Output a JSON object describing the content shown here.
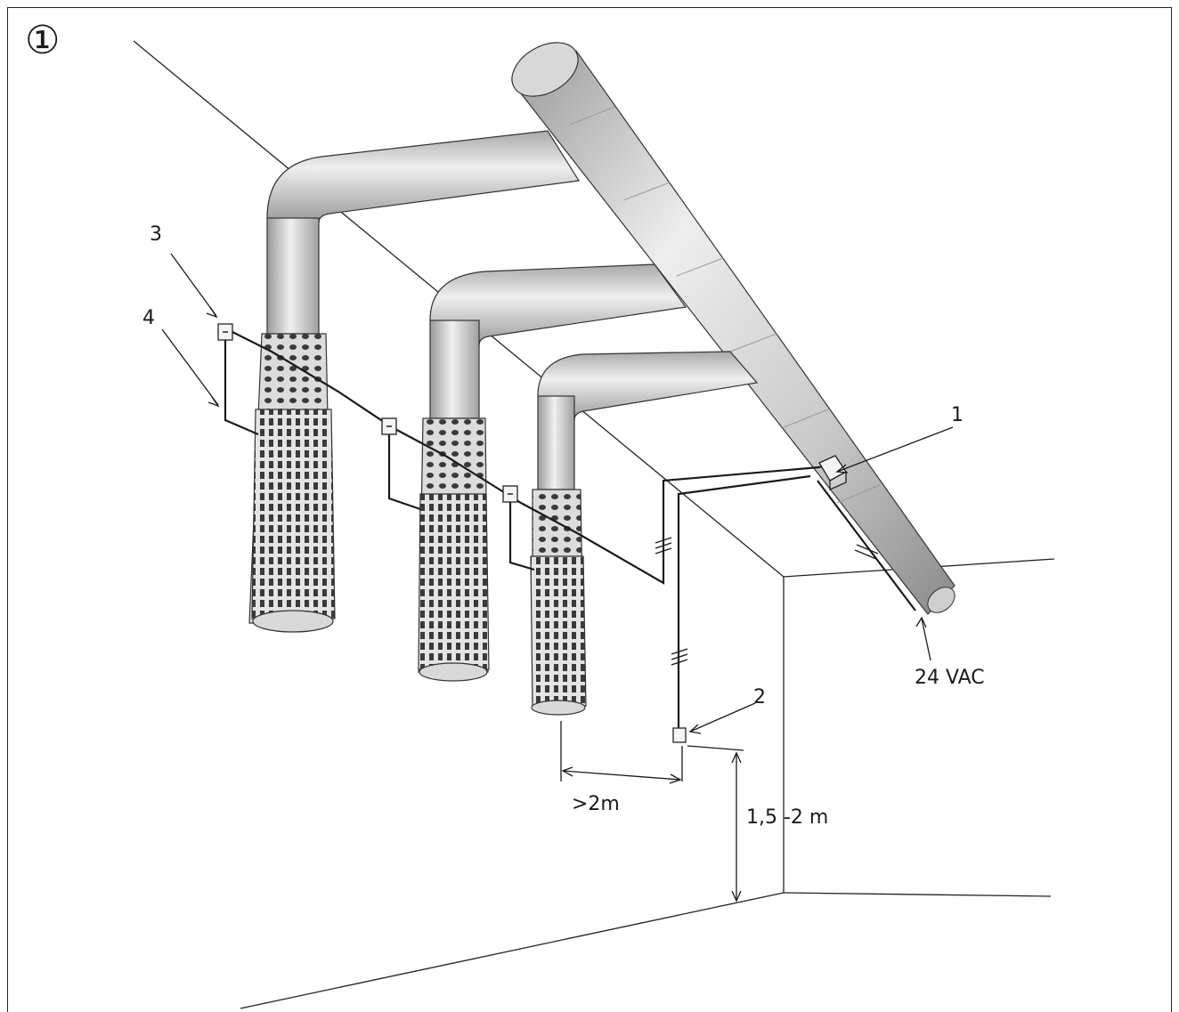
{
  "figure": {
    "number": "①"
  },
  "callouts": [
    "1",
    "2",
    "3",
    "4"
  ],
  "supply_label": "24 VAC",
  "dimensions": {
    "horizontal": ">2m",
    "vertical": "1,5 -2 m"
  },
  "colors": {
    "duct_light": "#e6e6e6",
    "duct_mid": "#b9b9b9",
    "duct_dark": "#8c8c8c",
    "line": "#1a1a1a"
  }
}
